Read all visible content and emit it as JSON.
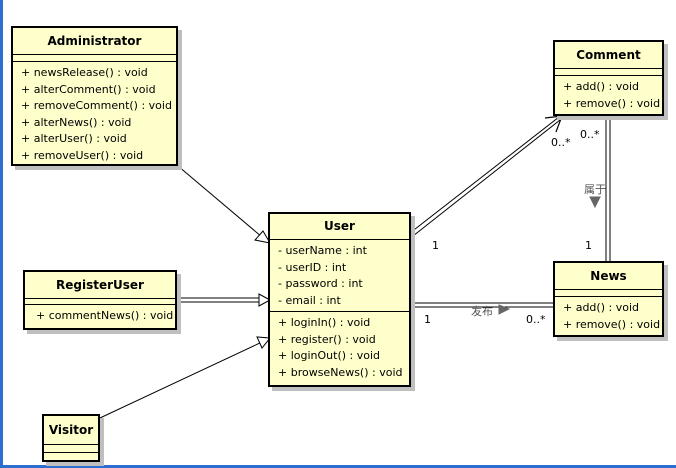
{
  "classes": {
    "administrator": {
      "name": "Administrator",
      "attributes": [],
      "methods": [
        "+ newsRelease() : void",
        "+ alterComment() : void",
        "+ removeComment() : void",
        "+ alterNews() : void",
        "+ alterUser() : void",
        "+ removeUser() : void"
      ]
    },
    "register_user": {
      "name": "RegisterUser",
      "attributes": [],
      "methods": [
        "+ commentNews() : void"
      ]
    },
    "visitor": {
      "name": "Visitor",
      "attributes": [],
      "methods": []
    },
    "user": {
      "name": "User",
      "attributes": [
        "- userName : int",
        "- userID : int",
        "- password : int",
        "- email : int"
      ],
      "methods": [
        "+ loginIn() : void",
        "+ register() : void",
        "+ loginOut() : void",
        "+ browseNews() : void"
      ]
    },
    "comment": {
      "name": "Comment",
      "attributes": [],
      "methods": [
        "+ add() : void",
        "+ remove() : void"
      ]
    },
    "news": {
      "name": "News",
      "attributes": [],
      "methods": [
        "+ add() : void",
        "+ remove() : void"
      ]
    }
  },
  "associations": {
    "user_comment": {
      "user_mult": "1",
      "comment_mult": "0..*"
    },
    "user_news": {
      "user_mult": "1",
      "news_mult": "0..*",
      "name": "发布"
    },
    "comment_news": {
      "comment_mult": "0..*",
      "news_mult": "1",
      "name": "属于"
    }
  },
  "colors": {
    "class_fill": "#ffffcc",
    "border": "#000000",
    "shadow": "#bfbfbf",
    "window_edge": "#2c6fd0"
  }
}
